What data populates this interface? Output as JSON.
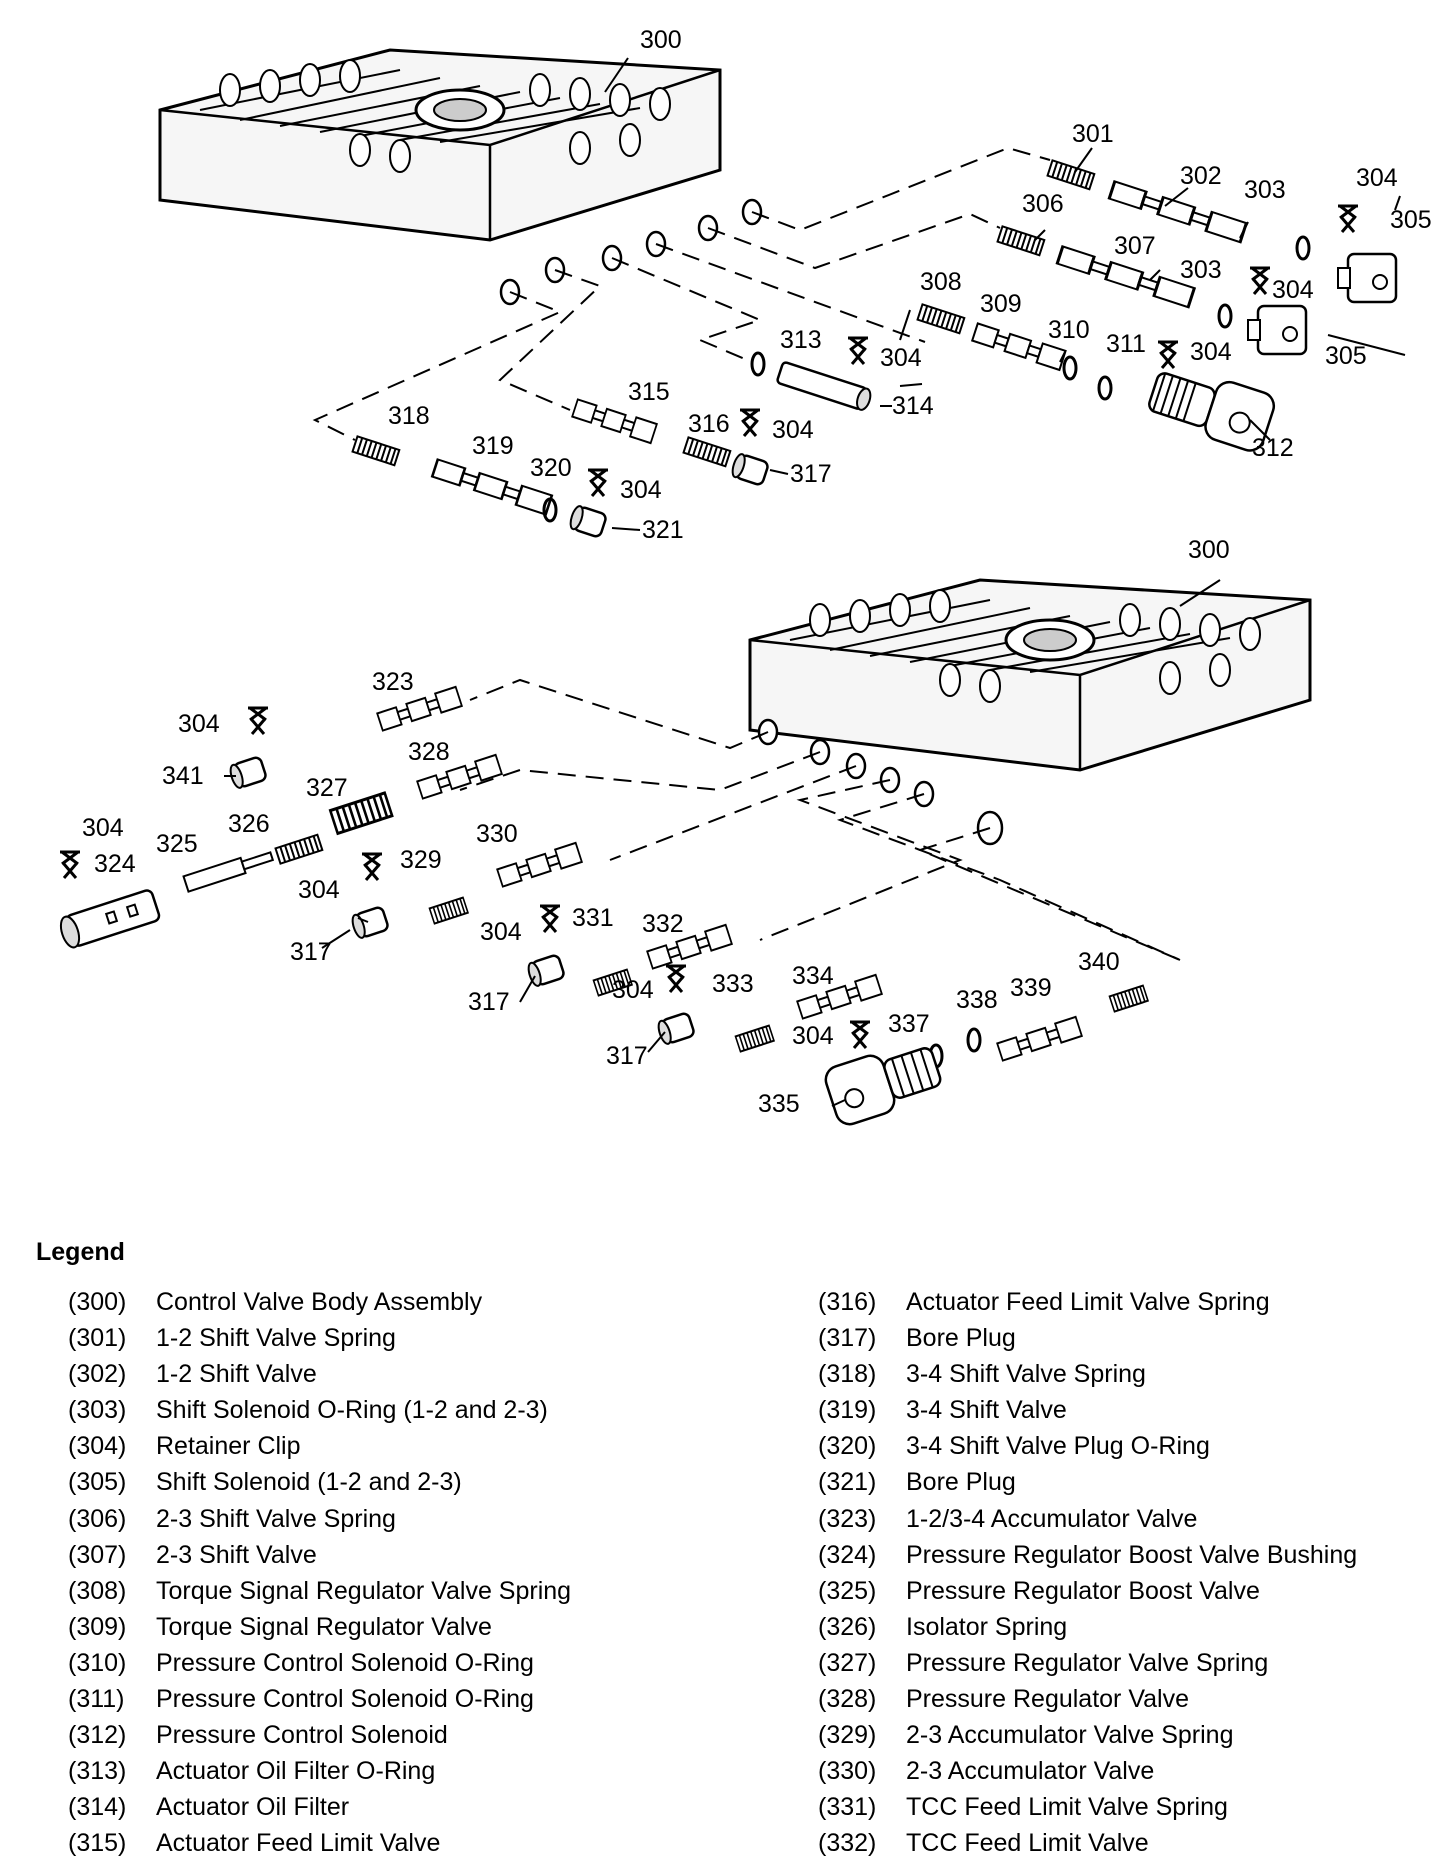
{
  "callouts": {
    "top": [
      {
        "id": "c300a",
        "label": "300"
      },
      {
        "id": "c301",
        "label": "301"
      },
      {
        "id": "c302",
        "label": "302"
      },
      {
        "id": "c303a",
        "label": "303"
      },
      {
        "id": "c304a",
        "label": "304"
      },
      {
        "id": "c305a",
        "label": "305"
      },
      {
        "id": "c306",
        "label": "306"
      },
      {
        "id": "c307",
        "label": "307"
      },
      {
        "id": "c303b",
        "label": "303"
      },
      {
        "id": "c304b",
        "label": "304"
      },
      {
        "id": "c305b",
        "label": "305"
      },
      {
        "id": "c308",
        "label": "308"
      },
      {
        "id": "c309",
        "label": "309"
      },
      {
        "id": "c310",
        "label": "310"
      },
      {
        "id": "c311",
        "label": "311"
      },
      {
        "id": "c304c",
        "label": "304"
      },
      {
        "id": "c312",
        "label": "312"
      },
      {
        "id": "c313",
        "label": "313"
      },
      {
        "id": "c304d",
        "label": "304"
      },
      {
        "id": "c314",
        "label": "314"
      },
      {
        "id": "c315",
        "label": "315"
      },
      {
        "id": "c316",
        "label": "316"
      },
      {
        "id": "c304e",
        "label": "304"
      },
      {
        "id": "c317a",
        "label": "317"
      },
      {
        "id": "c318",
        "label": "318"
      },
      {
        "id": "c319",
        "label": "319"
      },
      {
        "id": "c320",
        "label": "320"
      },
      {
        "id": "c304f",
        "label": "304"
      },
      {
        "id": "c321",
        "label": "321"
      }
    ],
    "bottom": [
      {
        "id": "c300b",
        "label": "300"
      },
      {
        "id": "c323",
        "label": "323"
      },
      {
        "id": "c304g",
        "label": "304"
      },
      {
        "id": "c341",
        "label": "341"
      },
      {
        "id": "c328",
        "label": "328"
      },
      {
        "id": "c327",
        "label": "327"
      },
      {
        "id": "c304h",
        "label": "304"
      },
      {
        "id": "c326",
        "label": "326"
      },
      {
        "id": "c325",
        "label": "325"
      },
      {
        "id": "c324",
        "label": "324"
      },
      {
        "id": "c330",
        "label": "330"
      },
      {
        "id": "c329",
        "label": "329"
      },
      {
        "id": "c304i",
        "label": "304"
      },
      {
        "id": "c317b",
        "label": "317"
      },
      {
        "id": "c332",
        "label": "332"
      },
      {
        "id": "c304j",
        "label": "304"
      },
      {
        "id": "c331",
        "label": "331"
      },
      {
        "id": "c317c",
        "label": "317"
      },
      {
        "id": "c334",
        "label": "334"
      },
      {
        "id": "c304k",
        "label": "304"
      },
      {
        "id": "c333",
        "label": "333"
      },
      {
        "id": "c317d",
        "label": "317"
      },
      {
        "id": "c340",
        "label": "340"
      },
      {
        "id": "c338",
        "label": "338"
      },
      {
        "id": "c339",
        "label": "339"
      },
      {
        "id": "c304l",
        "label": "304"
      },
      {
        "id": "c337",
        "label": "337"
      },
      {
        "id": "c335",
        "label": "335"
      }
    ]
  },
  "legend": {
    "title": "Legend",
    "left": [
      {
        "code": "(300)",
        "name": "Control Valve Body Assembly"
      },
      {
        "code": "(301)",
        "name": "1-2 Shift Valve Spring"
      },
      {
        "code": "(302)",
        "name": "1-2 Shift Valve"
      },
      {
        "code": "(303)",
        "name": "Shift Solenoid O-Ring (1-2 and 2-3)"
      },
      {
        "code": "(304)",
        "name": "Retainer Clip"
      },
      {
        "code": "(305)",
        "name": "Shift Solenoid (1-2 and 2-3)"
      },
      {
        "code": "(306)",
        "name": "2-3 Shift Valve Spring"
      },
      {
        "code": "(307)",
        "name": "2-3 Shift Valve"
      },
      {
        "code": "(308)",
        "name": "Torque Signal Regulator Valve Spring"
      },
      {
        "code": "(309)",
        "name": "Torque Signal Regulator Valve"
      },
      {
        "code": "(310)",
        "name": "Pressure Control Solenoid O-Ring"
      },
      {
        "code": "(311)",
        "name": "Pressure Control Solenoid O-Ring"
      },
      {
        "code": "(312)",
        "name": "Pressure Control Solenoid"
      },
      {
        "code": "(313)",
        "name": "Actuator Oil Filter O-Ring"
      },
      {
        "code": "(314)",
        "name": "Actuator Oil Filter"
      },
      {
        "code": "(315)",
        "name": "Actuator Feed Limit Valve"
      }
    ],
    "right": [
      {
        "code": "(316)",
        "name": "Actuator Feed Limit Valve Spring"
      },
      {
        "code": "(317)",
        "name": "Bore Plug"
      },
      {
        "code": "(318)",
        "name": "3-4 Shift Valve Spring"
      },
      {
        "code": "(319)",
        "name": "3-4 Shift Valve"
      },
      {
        "code": "(320)",
        "name": "3-4 Shift Valve Plug O-Ring"
      },
      {
        "code": "(321)",
        "name": "Bore Plug"
      },
      {
        "code": "(323)",
        "name": "1-2/3-4 Accumulator Valve"
      },
      {
        "code": "(324)",
        "name": "Pressure Regulator Boost Valve Bushing"
      },
      {
        "code": "(325)",
        "name": "Pressure Regulator Boost Valve"
      },
      {
        "code": "(326)",
        "name": "Isolator Spring"
      },
      {
        "code": "(327)",
        "name": "Pressure Regulator Valve Spring"
      },
      {
        "code": "(328)",
        "name": "Pressure Regulator Valve"
      },
      {
        "code": "(329)",
        "name": "2-3 Accumulator Valve Spring"
      },
      {
        "code": "(330)",
        "name": "2-3 Accumulator Valve"
      },
      {
        "code": "(331)",
        "name": "TCC Feed Limit Valve Spring"
      },
      {
        "code": "(332)",
        "name": "TCC Feed Limit Valve"
      }
    ]
  }
}
